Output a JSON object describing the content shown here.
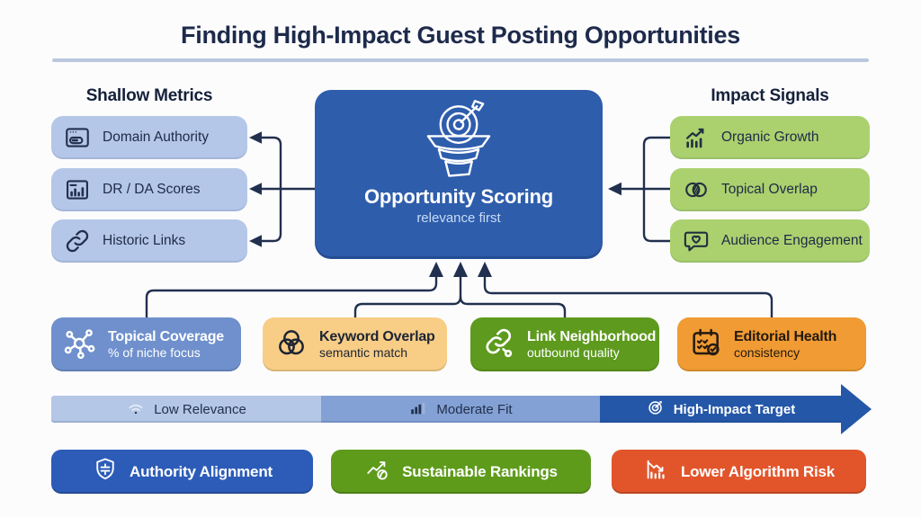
{
  "title": "Finding High-Impact Guest Posting Opportunities",
  "shallow_metrics": {
    "heading": "Shallow Metrics",
    "items": [
      {
        "label": "Domain Authority",
        "icon": "browser-window-icon"
      },
      {
        "label": "DR / DA Scores",
        "icon": "bar-chart-frame-icon"
      },
      {
        "label": "Historic Links",
        "icon": "chain-link-icon"
      }
    ]
  },
  "opportunity_scoring": {
    "title": "Opportunity Scoring",
    "subtitle": "relevance first",
    "icon": "funnel-target-icon"
  },
  "impact_signals": {
    "heading": "Impact Signals",
    "items": [
      {
        "label": "Organic Growth",
        "icon": "growth-chart-icon"
      },
      {
        "label": "Topical Overlap",
        "icon": "venn-overlap-icon"
      },
      {
        "label": "Audience Engagement",
        "icon": "chat-heart-icon"
      }
    ]
  },
  "scoring_factors": [
    {
      "title": "Topical Coverage",
      "subtitle": "% of niche focus",
      "icon": "network-node-icon",
      "color": "#6f90cc"
    },
    {
      "title": "Keyword Overlap",
      "subtitle": "semantic match",
      "icon": "triple-venn-icon",
      "color": "#f8cd86"
    },
    {
      "title": "Link Neighborhood",
      "subtitle": "outbound quality",
      "icon": "link-node-icon",
      "color": "#5d9a1d"
    },
    {
      "title": "Editorial Health",
      "subtitle": "consistency",
      "icon": "calendar-check-icon",
      "color": "#f09b33"
    }
  ],
  "relevance_scale": {
    "segments": [
      {
        "label": "Low Relevance",
        "icon": "wifi-icon",
        "color": "#b4c7e6"
      },
      {
        "label": "Moderate Fit",
        "icon": "signal-bars-icon",
        "color": "#83a1d4"
      },
      {
        "label": "High-Impact Target",
        "icon": "target-icon",
        "color": "#2457a8"
      }
    ]
  },
  "outcomes": [
    {
      "label": "Authority Alignment",
      "icon": "shield-align-icon",
      "color": "#2d5cb8"
    },
    {
      "label": "Sustainable Rankings",
      "icon": "growth-leaf-icon",
      "color": "#5e9b1b"
    },
    {
      "label": "Lower Algorithm Risk",
      "icon": "decline-chart-icon",
      "color": "#e2552b"
    }
  ],
  "colors": {
    "background": "#fcfcfd",
    "title_text": "#1d2a4b",
    "divider": "#b9c8de",
    "connector": "#22304f",
    "shallow_box": "#b5c7e8",
    "center_box": "#2e5dac",
    "center_subtitle": "#c9dcf6",
    "impact_box": "#abd16f"
  }
}
